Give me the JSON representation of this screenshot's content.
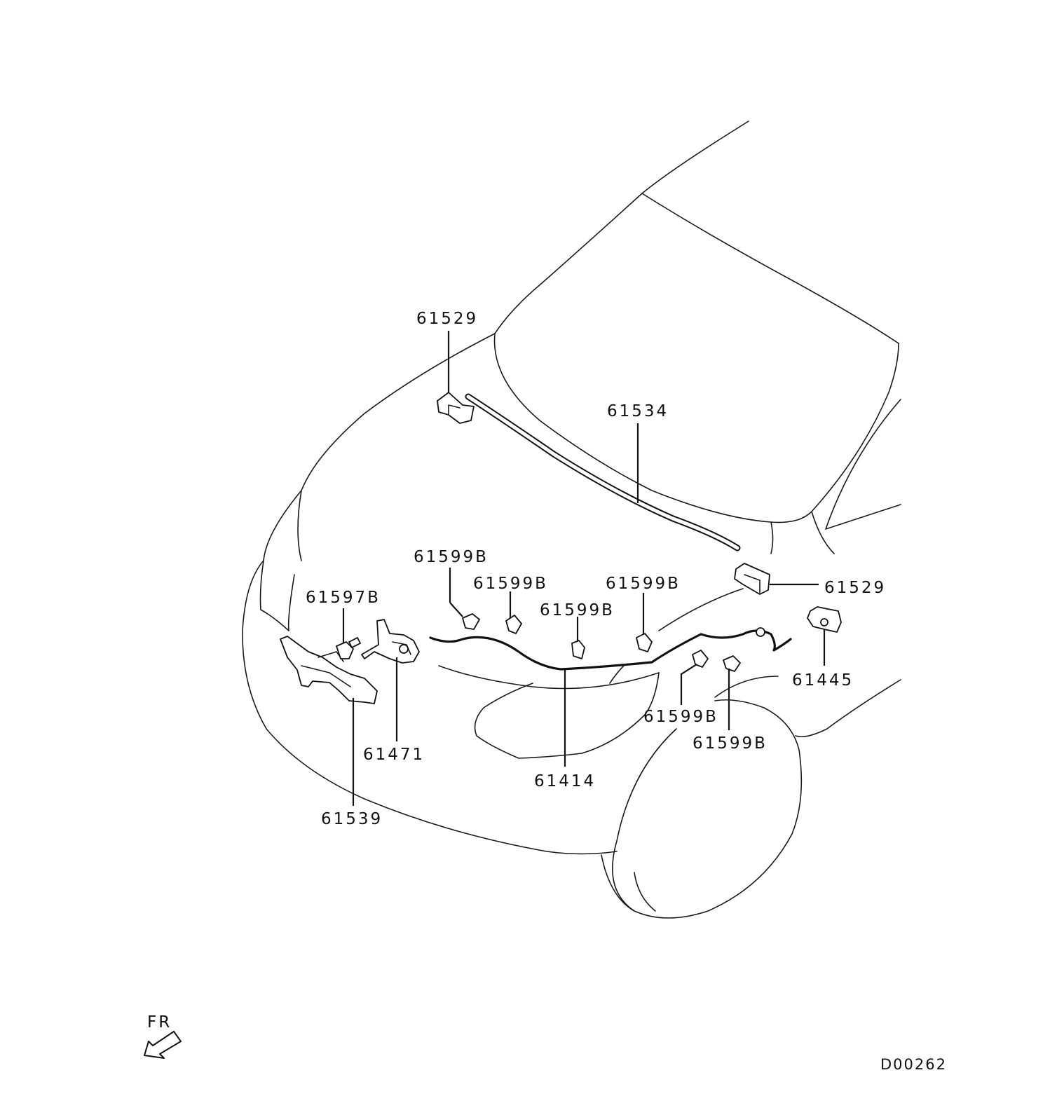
{
  "callouts": {
    "hood_stay_left": "61529",
    "hood_weatherstrip": "61534",
    "hood_stay_right": "61529",
    "clip_1": "61599B",
    "clip_2": "61599B",
    "clip_3": "61599B",
    "clip_4": "61599B",
    "clip_5": "61599B",
    "clip_6": "61599B",
    "bolt": "61597B",
    "hood_latch": "61471",
    "latch_support": "61539",
    "release_cable": "61414",
    "release_handle": "61445"
  },
  "orientation_label": "FR",
  "diagram_code": "D00262"
}
